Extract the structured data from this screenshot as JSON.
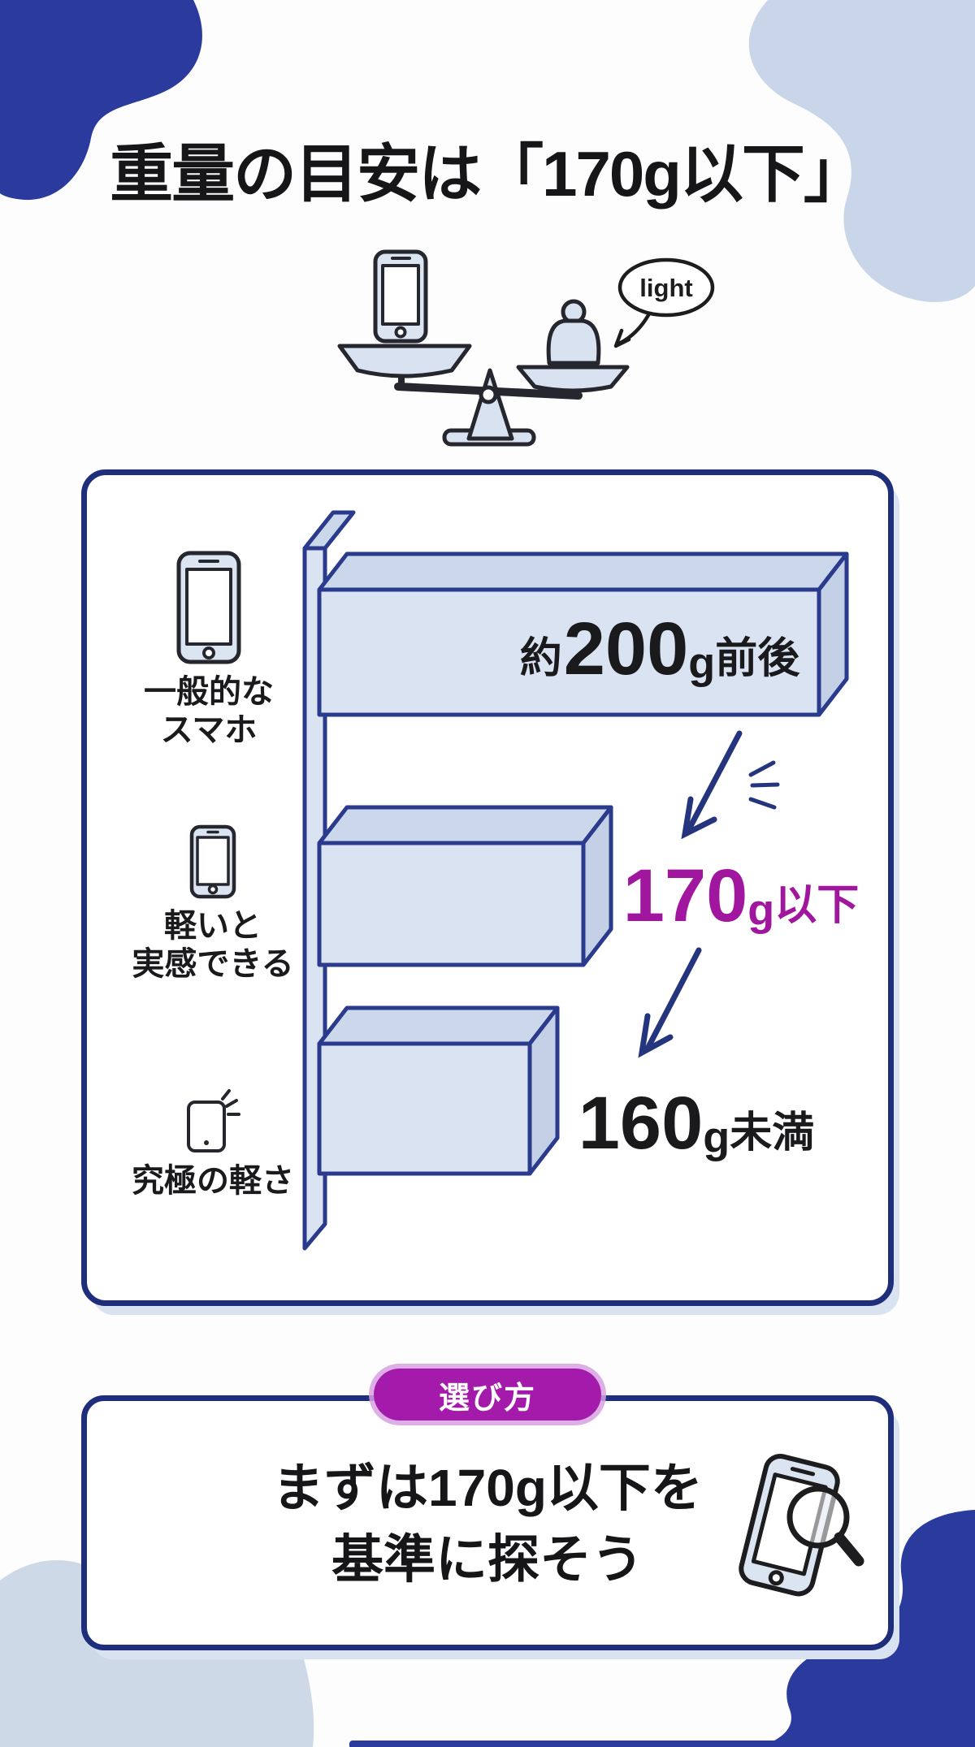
{
  "page": {
    "title": "重量の目安は「170g以下」"
  },
  "scale": {
    "bubble_label": "light"
  },
  "chart": {
    "row1": {
      "label1": "一般的な",
      "label2": "スマホ",
      "prefix": "約",
      "big": "200",
      "g": "g",
      "suffix": "前後"
    },
    "row2": {
      "label1": "軽いと",
      "label2": "実感できる",
      "big": "170",
      "g": "g",
      "suffix": "以下"
    },
    "row3": {
      "label1": "究極の軽さ",
      "big": "160",
      "g": "g",
      "suffix": "未満"
    }
  },
  "footer": {
    "badge": "選び方",
    "line1": "まずは170g以下を",
    "line2": "基準に探そう"
  },
  "colors": {
    "navy_blob": "#2A3B9D",
    "border_navy": "#1E2E7B",
    "light_blue_blob": "#C9D5E8",
    "bar_fill": "#DAE3F2",
    "bar_top": "#CBD7EA",
    "bar_side": "#C4D0E6",
    "bar_stroke": "#2A3A8C",
    "arrow_navy": "#24357E",
    "purple": "#A0169E",
    "badge_purple": "#A41BAB",
    "text_black": "#1C1C1E"
  },
  "chart_data": {
    "type": "bar",
    "orientation": "horizontal",
    "title": "重量の目安は「170g以下」",
    "categories": [
      "一般的なスマホ",
      "軽いと実感できる",
      "究極の軽さ"
    ],
    "values": [
      200,
      170,
      160
    ],
    "value_labels": [
      "約200g前後",
      "170g以下",
      "160g未満"
    ],
    "unit": "g",
    "annotations": [
      "light",
      "選び方",
      "まずは170g以下を基準に探そう"
    ],
    "legend": "none",
    "grid": false
  }
}
